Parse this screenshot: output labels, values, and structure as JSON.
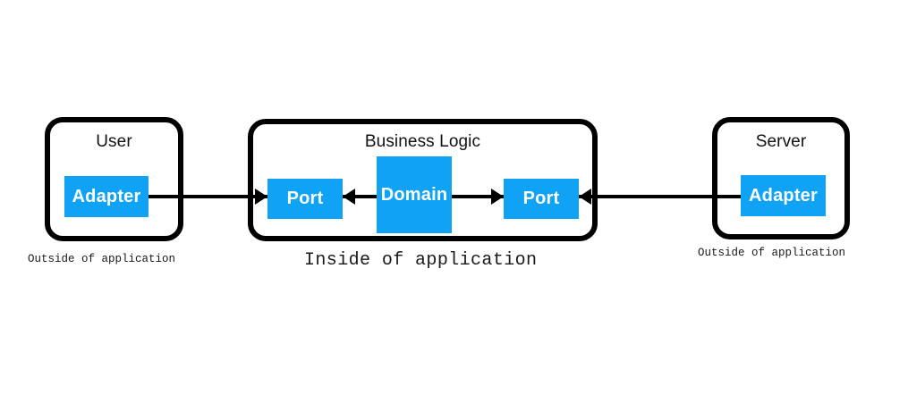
{
  "diagram": {
    "type": "hexagonal-architecture",
    "accent_color": "#0fa2f5",
    "line_color": "#000000",
    "background": "#ffffff",
    "regions": [
      {
        "id": "user",
        "title": "User",
        "caption": "Outside of application",
        "chip": "Adapter"
      },
      {
        "id": "business-logic",
        "title": "Business Logic",
        "caption": "Inside of application",
        "chip_port_left": "Port",
        "chip_domain": "Domain",
        "chip_port_right": "Port"
      },
      {
        "id": "server",
        "title": "Server",
        "caption": "Outside of application",
        "chip": "Adapter"
      }
    ],
    "connections": [
      {
        "id": "user-adapter-to-left-port",
        "from": "Adapter",
        "to": "Port",
        "direction": "right"
      },
      {
        "id": "domain-to-left-port",
        "from": "Domain",
        "to": "Port",
        "direction": "left"
      },
      {
        "id": "domain-to-right-port",
        "from": "Domain",
        "to": "Port",
        "direction": "right"
      },
      {
        "id": "server-adapter-to-right-port",
        "from": "Adapter",
        "to": "Port",
        "direction": "left"
      }
    ]
  }
}
